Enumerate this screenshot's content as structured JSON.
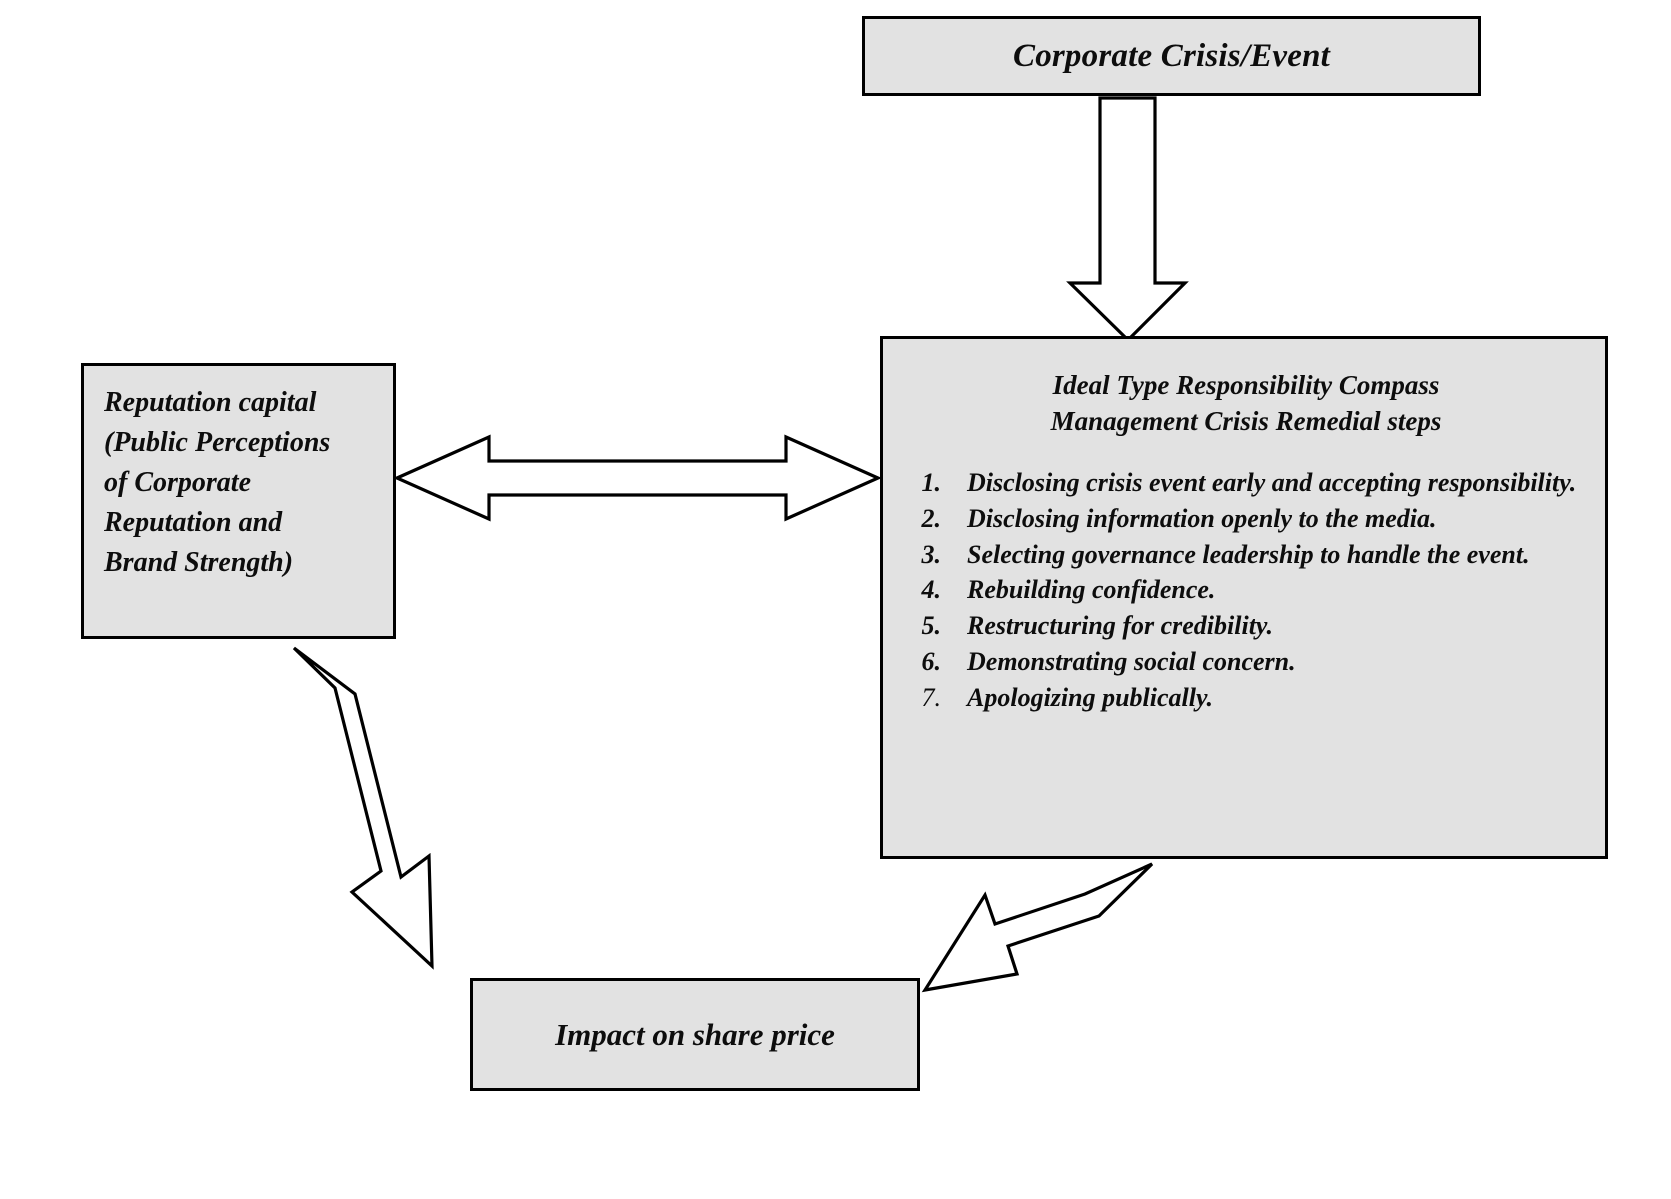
{
  "diagram": {
    "title_box": {
      "label": "Corporate Crisis/Event"
    },
    "reputation_box": {
      "line1": "Reputation capital",
      "line2": "(Public Perceptions",
      "line3": "of Corporate",
      "line4": "Reputation and",
      "line5": "Brand Strength)"
    },
    "compass_box": {
      "heading_line1": "Ideal Type Responsibility Compass",
      "heading_line2": "Management Crisis Remedial steps",
      "steps": [
        {
          "number": "1.",
          "text": "Disclosing crisis event early and accepting responsibility."
        },
        {
          "number": "2.",
          "text": "Disclosing information openly to the media."
        },
        {
          "number": "3.",
          "text": "Selecting governance leadership to handle the event."
        },
        {
          "number": "4.",
          "text": "Rebuilding confidence."
        },
        {
          "number": "5.",
          "text": "Restructuring for credibility."
        },
        {
          "number": "6.",
          "text": "Demonstrating social concern."
        },
        {
          "number": "7.",
          "text": "Apologizing publically."
        }
      ]
    },
    "impact_box": {
      "label": "Impact on share price"
    },
    "connectors": [
      {
        "name": "crisis-to-compass-arrow",
        "direction": "down"
      },
      {
        "name": "reputation-compass-double-arrow",
        "direction": "bidirectional-horizontal"
      },
      {
        "name": "reputation-to-impact-arrow",
        "direction": "diagonal-down-right"
      },
      {
        "name": "compass-to-impact-arrow",
        "direction": "diagonal-down-left"
      }
    ],
    "colors": {
      "box_fill": "#e2e2e2",
      "box_border": "#000000",
      "arrow_fill": "#ffffff",
      "arrow_stroke": "#000000",
      "text": "#0d0d0d",
      "background": "#ffffff"
    }
  }
}
